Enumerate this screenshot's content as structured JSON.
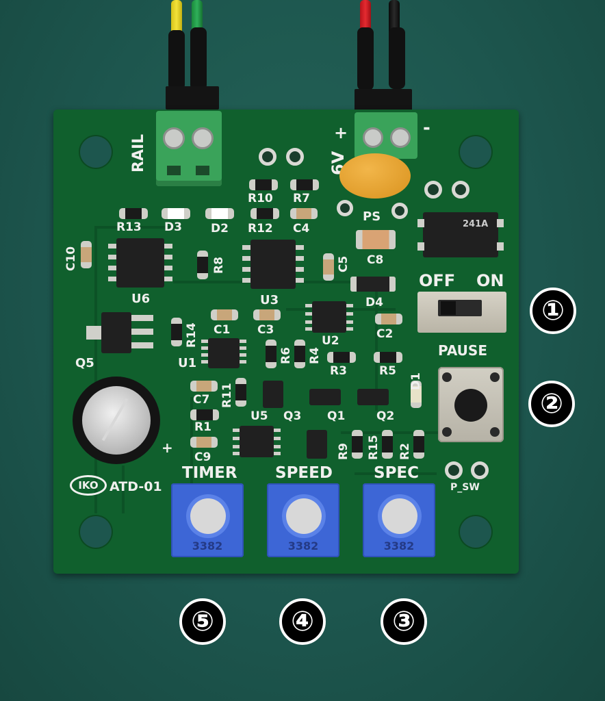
{
  "board": {
    "model": "ATD-01",
    "logo": "IKO",
    "rail_label": "RAIL",
    "power_label": "6V",
    "plus_sign": "+",
    "minus_sign": "-",
    "switch_off": "OFF",
    "switch_on": "ON",
    "pause_label": "PAUSE",
    "pause_switch_label": "P_SW",
    "pot_labels": [
      "TIMER",
      "SPEED",
      "SPEC"
    ],
    "pot_code": "3382",
    "photocoupler_text": "241A",
    "ps_label": "PS"
  },
  "components": {
    "r10": "R10",
    "r7": "R7",
    "r13": "R13",
    "d3": "D3",
    "d2": "D2",
    "r12": "R12",
    "c4": "C4",
    "c10": "C10",
    "r8": "R8",
    "c5": "C5",
    "c8": "C8",
    "u6": "U6",
    "u3": "U3",
    "d4": "D4",
    "c1": "C1",
    "c3": "C3",
    "r14": "R14",
    "u2": "U2",
    "c2": "C2",
    "q5": "Q5",
    "u1": "U1",
    "r6": "R6",
    "r4": "R4",
    "r3": "R3",
    "r5": "R5",
    "d1": "D1",
    "c7": "C7",
    "r11": "R11",
    "q3": "Q3",
    "q1": "Q1",
    "q2": "Q2",
    "r1": "R1",
    "u5": "U5",
    "r9": "R9",
    "r15": "R15",
    "r2": "R2",
    "c9": "C9"
  },
  "callouts": [
    "①",
    "②",
    "③",
    "④",
    "⑤"
  ],
  "colors": {
    "mat": "#1d564e",
    "pcb": "#10602d",
    "silkscreen": "#f0f0ee",
    "pot_blue": "#3d66d6",
    "terminal_green": "#3aa35a"
  }
}
